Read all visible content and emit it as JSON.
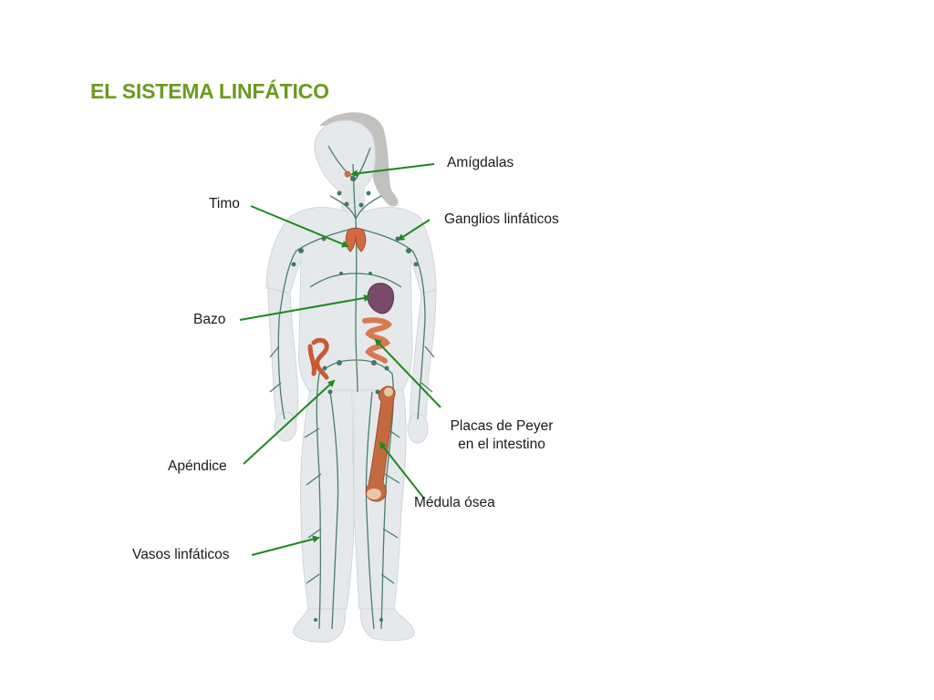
{
  "title": "EL SISTEMA LINFÁTICO",
  "colors": {
    "title": "#6a9a1f",
    "leader_line": "#1d8a1d",
    "body_fill": "#e6e9ec",
    "lymph_vessel": "#2f6b55",
    "organ_red": "#d06a43",
    "spleen": "#7a4a6a",
    "bone": "#c46a40"
  },
  "labels": {
    "amigdalas": "Amígdalas",
    "timo": "Timo",
    "ganglios": "Ganglios linfáticos",
    "bazo": "Bazo",
    "peyer_line1": "Placas de Peyer",
    "peyer_line2": "en el intestino",
    "apendice": "Apéndice",
    "medula": "Médula ósea",
    "vasos": "Vasos linfáticos"
  },
  "icons": [
    "human-body-illustration"
  ]
}
